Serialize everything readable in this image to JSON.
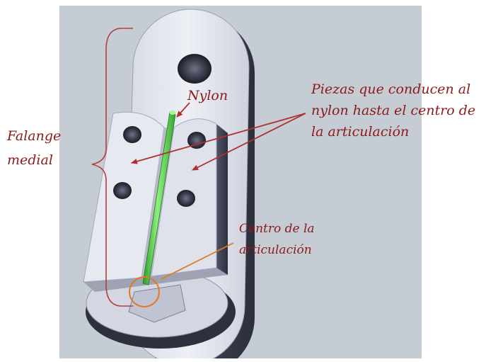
{
  "labels": {
    "falange_line1": "Falange",
    "falange_line2": "medial",
    "nylon": "Nylon",
    "piezas_line1": "Piezas que conducen al",
    "piezas_line2": "nylon hasta el centro de",
    "piezas_line3": "la articulación",
    "centro_line1": "Centro de la",
    "centro_line2": "articulación"
  },
  "colors": {
    "background": "#c6ccd3",
    "part_light": "#eef0f6",
    "part_mid": "#c9ccd8",
    "part_shadow": "#3a3d4c",
    "nylon": "#66e25c",
    "label_text": "#8b1a1a",
    "bracket": "#b04040",
    "arrow": "#b03030",
    "highlight_circle": "#e07a20"
  }
}
